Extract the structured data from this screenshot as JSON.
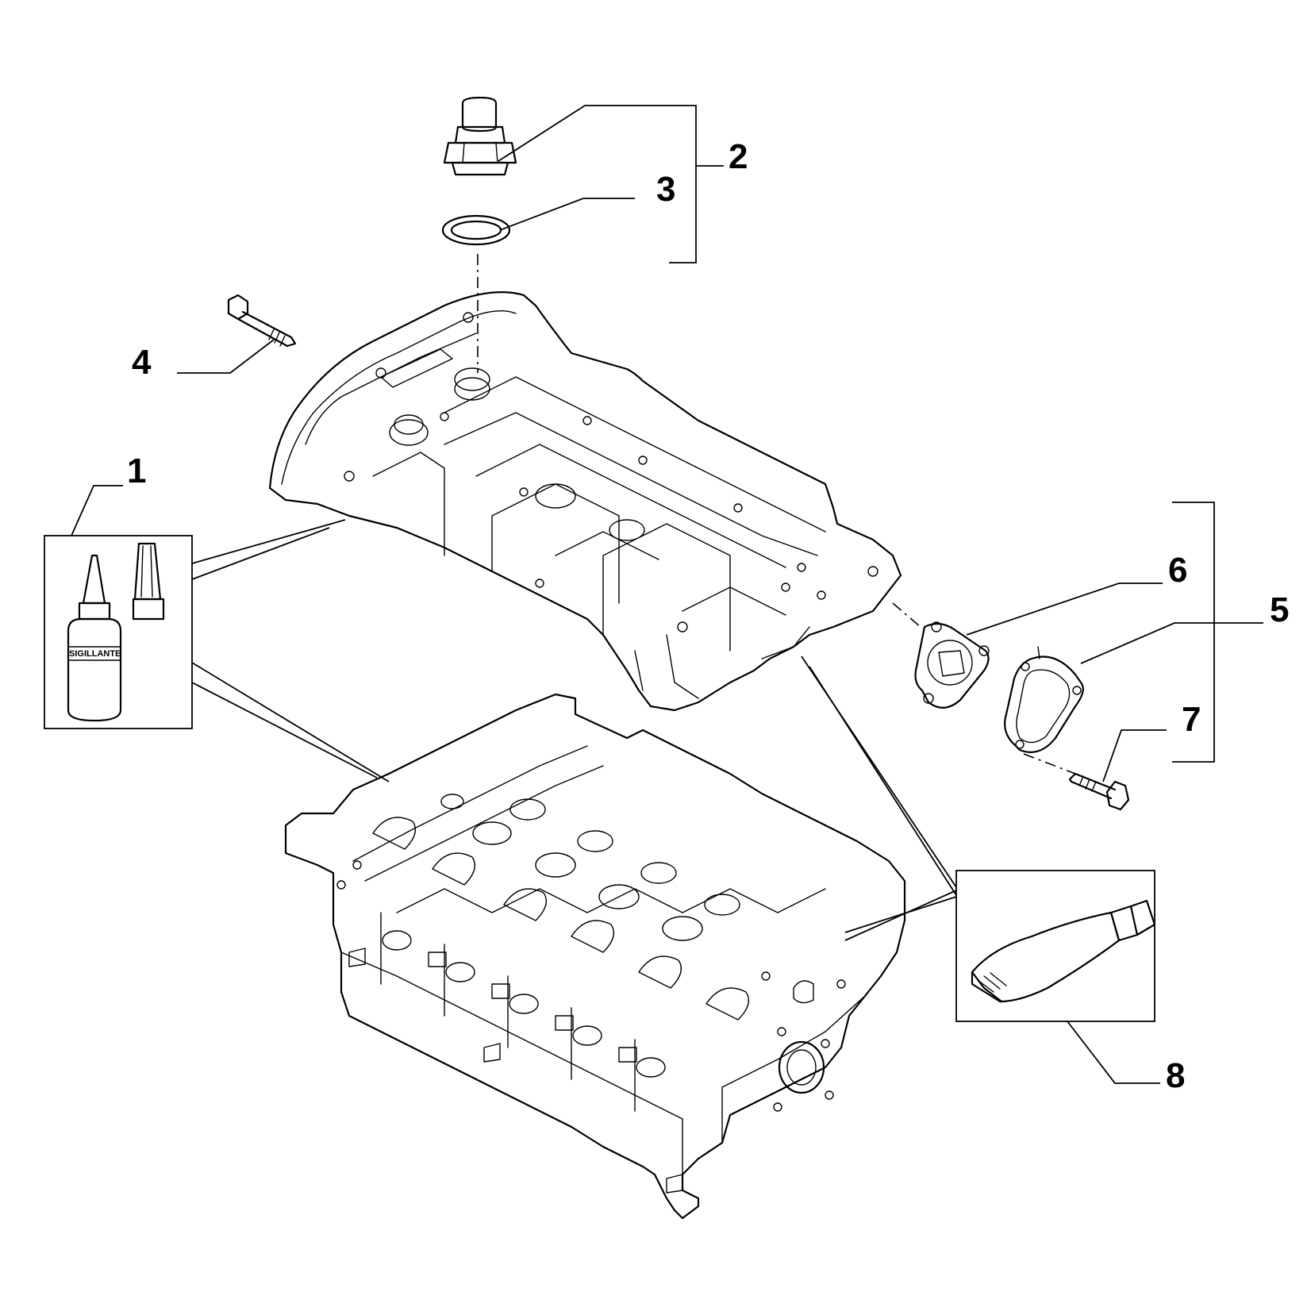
{
  "callouts": [
    {
      "id": "1",
      "label": "1"
    },
    {
      "id": "2",
      "label": "2"
    },
    {
      "id": "3",
      "label": "3"
    },
    {
      "id": "4",
      "label": "4"
    },
    {
      "id": "5",
      "label": "5"
    },
    {
      "id": "6",
      "label": "6"
    },
    {
      "id": "7",
      "label": "7"
    },
    {
      "id": "8",
      "label": "8"
    }
  ],
  "sealant_bottle_label": "SIGILLANTE"
}
